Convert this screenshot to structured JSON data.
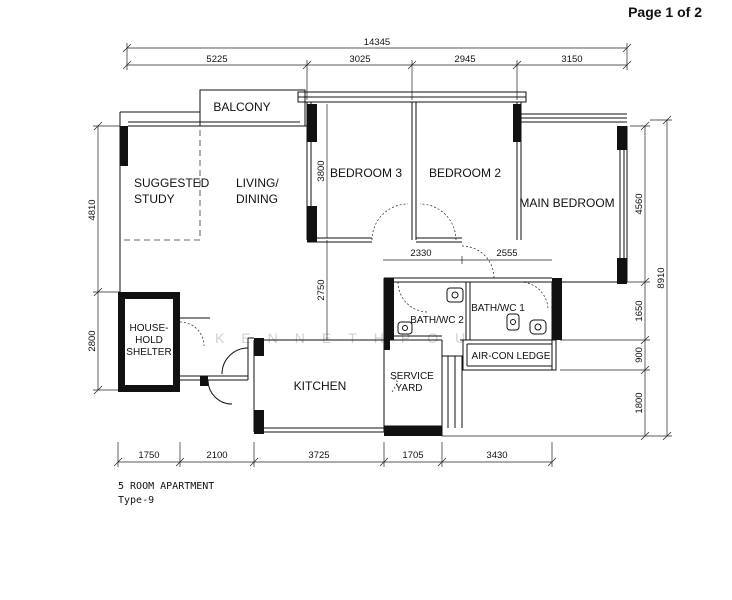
{
  "page": {
    "label": "Page 1 of 2"
  },
  "plan": {
    "title": "5 ROOM APARTMENT",
    "type": "Type-9",
    "watermark": "KENNETHPOU",
    "rooms": {
      "balcony": "BALCONY",
      "study_1": "SUGGESTED",
      "study_2": "STUDY",
      "living_1": "LIVING/",
      "living_2": "DINING",
      "bedroom3": "BEDROOM 3",
      "bedroom2": "BEDROOM 2",
      "main_bedroom": "MAIN BEDROOM",
      "bath2": "BATH/WC 2",
      "bath1": "BATH/WC 1",
      "shelter_1": "HOUSE-",
      "shelter_2": "HOLD",
      "shelter_3": "SHELTER",
      "kitchen": "KITCHEN",
      "service_1": "SERVICE",
      "service_2": "YARD",
      "aircon": "AIR-CON LEDGE"
    },
    "dimensions": {
      "overall_width": "14345",
      "top": [
        "5225",
        "3025",
        "2945",
        "3150"
      ],
      "bottom": [
        "1750",
        "2100",
        "3725",
        "1705",
        "3430"
      ],
      "left": [
        "4810",
        "2800"
      ],
      "right_inner": [
        "4560",
        "1650",
        "900",
        "1800"
      ],
      "right_total": "8910",
      "interior": [
        "3800",
        "2750",
        "2330",
        "2555"
      ]
    }
  }
}
